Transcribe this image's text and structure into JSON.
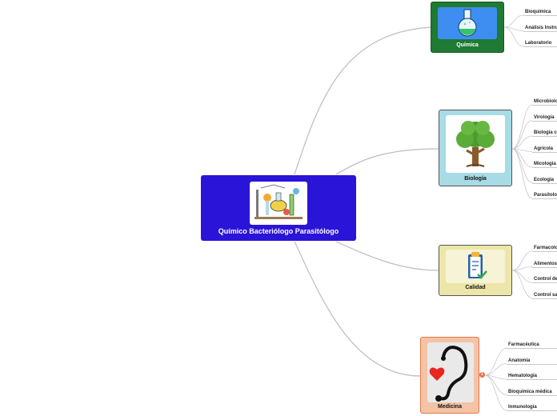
{
  "central": {
    "label": "Químico Bacteriólogo Parasitólogo",
    "color": "#2a14d8"
  },
  "branches": [
    {
      "key": "quimica",
      "label": "Química",
      "color": "#1f7a33",
      "children": [
        "Bioquímica",
        "Análisis Instrumental",
        "Laboratorio"
      ]
    },
    {
      "key": "biologia",
      "label": "Biología",
      "color": "#a7dbe6",
      "children": [
        "Microbiología",
        "Virología",
        "Biología celular",
        "Agrícola",
        "Micología",
        "Ecología",
        "Parasitología"
      ]
    },
    {
      "key": "calidad",
      "label": "Calidad",
      "color": "#ece6a8",
      "children": [
        "Farmacología",
        "Alimentos",
        "Control de calidad",
        "Control sanitario"
      ]
    },
    {
      "key": "medicina",
      "label": "Medicina",
      "color": "#f5c3a6",
      "children": [
        "Farmacéutica",
        "Anatomía",
        "Hematología",
        "Bioquímica médica",
        "Inmunología"
      ]
    }
  ],
  "icons": {
    "central": "laboratory-illustration-icon",
    "quimica": "flask-icon",
    "biologia": "tree-icon",
    "calidad": "clipboard-check-icon",
    "medicina": "stethoscope-heart-icon"
  },
  "collapse_indicator": "1"
}
